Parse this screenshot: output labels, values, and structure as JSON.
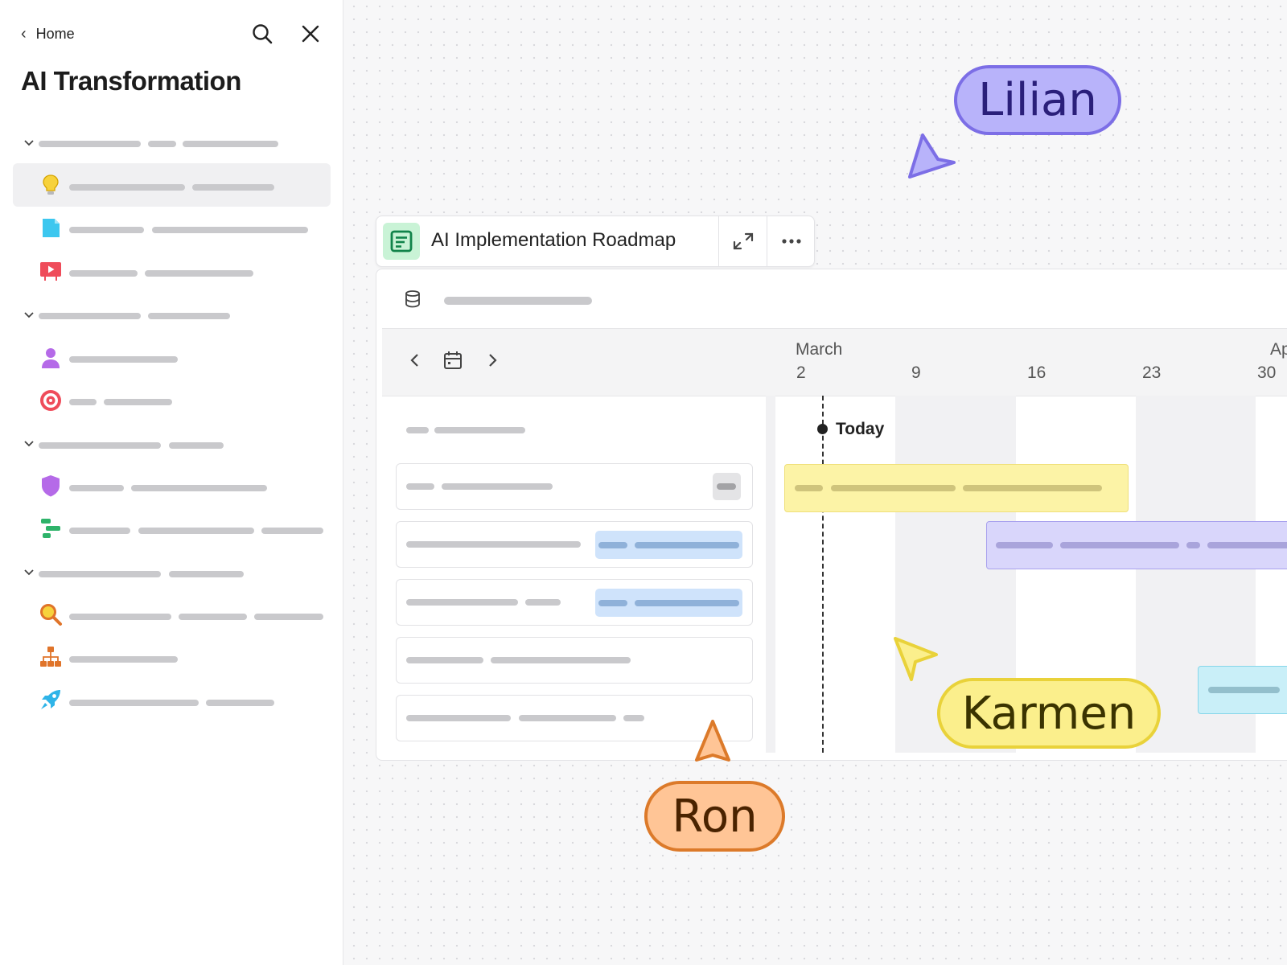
{
  "sidebar": {
    "back_label": "Home",
    "title": "AI Transformation",
    "icons": [
      "lightbulb-icon",
      "document-icon",
      "presentation-icon",
      "person-icon",
      "target-icon",
      "shield-icon",
      "timeline-icon",
      "magnifier-icon",
      "org-chart-icon",
      "rocket-icon"
    ]
  },
  "doc": {
    "title": "AI Implementation Roadmap"
  },
  "timeline": {
    "month": "March",
    "next_month_partial": "Ap",
    "days": [
      "2",
      "9",
      "16",
      "23",
      "30"
    ],
    "today_label": "Today"
  },
  "cursors": {
    "lilian": {
      "name": "Lilian",
      "color": "#7c6ee6",
      "fill": "#b8b3fa"
    },
    "karmen": {
      "name": "Karmen",
      "color": "#e9d23a",
      "fill": "#fbef8c"
    },
    "ron": {
      "name": "Ron",
      "color": "#dc7a2a",
      "fill": "#ffc596"
    }
  },
  "colors": {
    "bar_yellow": "#fcf3a6",
    "bar_purple": "#d9d6fb",
    "bar_cyan": "#c9eff8",
    "tag_blue": "#cfe3fb"
  }
}
